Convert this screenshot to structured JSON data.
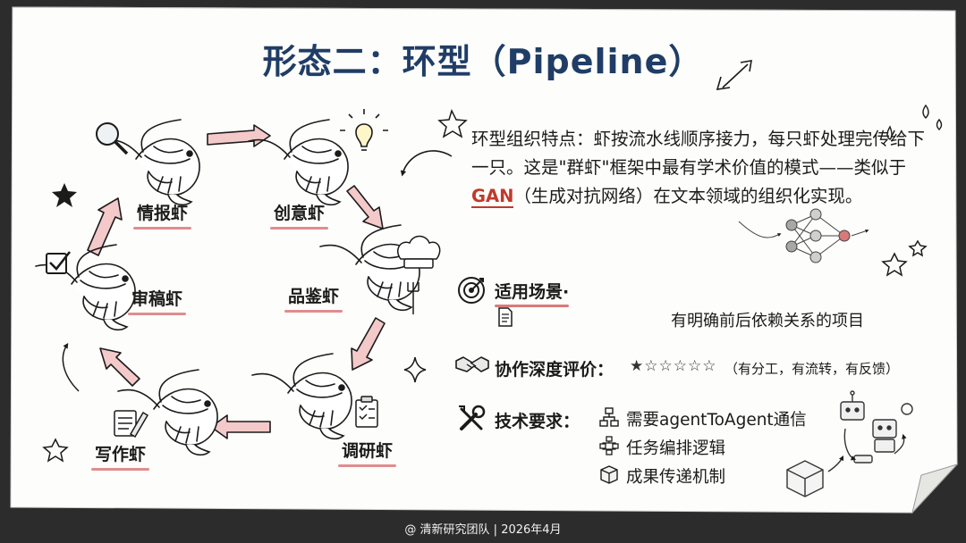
{
  "title": "形态二：环型（Pipeline）",
  "nodes": [
    {
      "key": "intel",
      "label": "情报虾",
      "icon": "magnifier-icon"
    },
    {
      "key": "idea",
      "label": "创意虾",
      "icon": "lightbulb-icon"
    },
    {
      "key": "taste",
      "label": "品鉴虾",
      "icon": "chef-hat-icon"
    },
    {
      "key": "research",
      "label": "调研虾",
      "icon": "clipboard-icon"
    },
    {
      "key": "write",
      "label": "写作虾",
      "icon": "notepad-pencil-icon"
    },
    {
      "key": "review",
      "label": "审稿虾",
      "icon": "checkbox-icon"
    }
  ],
  "description": {
    "part1": "环型组织特点：虾按流水线顺序接力，每只虾处理完传给下一只。这是\"群虾\"框架中最有学术价值的模式——类似于",
    "highlight": "GAN",
    "part2": "（生成对抗网络）在文本领域的组织化实现。"
  },
  "scene": {
    "label": "适用场景·",
    "text": "有明确前后依赖关系的项目",
    "icon": "target-icon",
    "sub_icon": "document-icon"
  },
  "depth": {
    "label": "协作深度评价：",
    "stars": "★☆☆☆☆☆",
    "note": "（有分工，有流转，有反馈）",
    "icon": "handshake-icon"
  },
  "requirements": {
    "label": "技术要求：",
    "icon": "tools-icon",
    "items": [
      {
        "text": "需要agentToAgent通信",
        "icon": "hierarchy-icon"
      },
      {
        "text": "任务编排逻辑",
        "icon": "flowchart-icon"
      },
      {
        "text": "成果传递机制",
        "icon": "box-icon"
      }
    ]
  },
  "footer": "@ 清新研究团队 | 2026年4月",
  "colors": {
    "title": "#1f3d66",
    "arrow": "#d9797a",
    "highlight": "#c0392b",
    "paper": "#fdfdfb"
  }
}
